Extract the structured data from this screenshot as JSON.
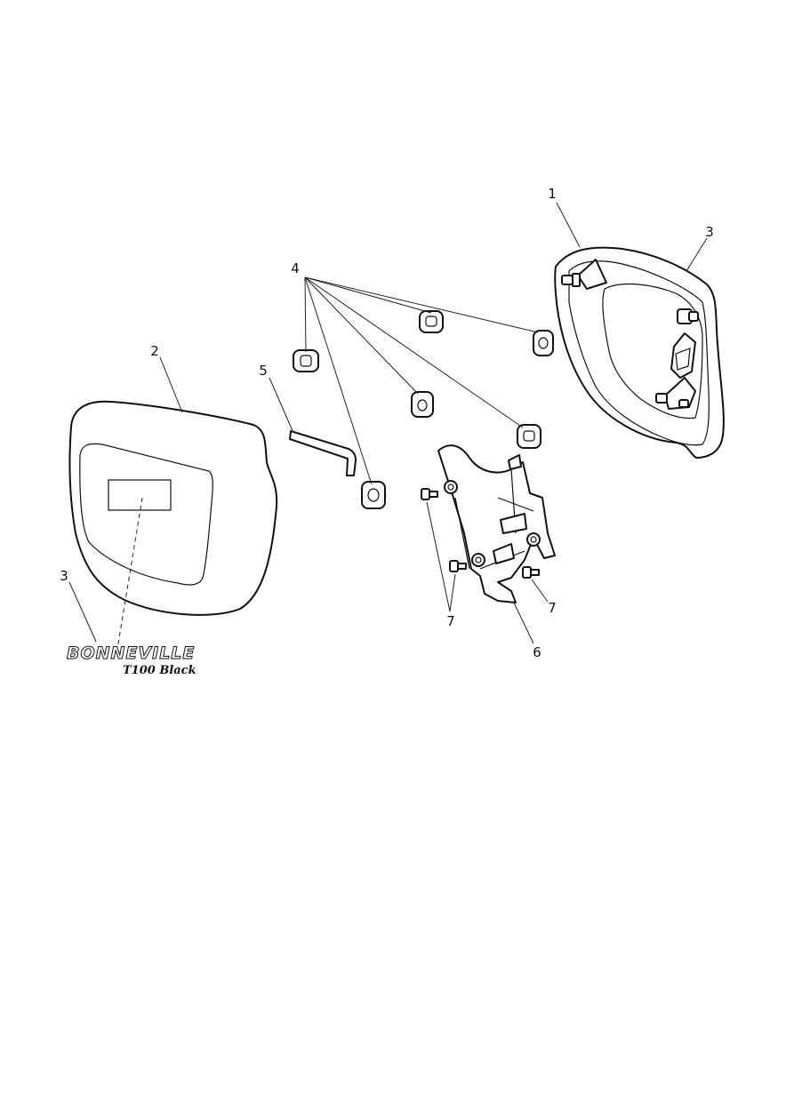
{
  "diagram": {
    "callouts": {
      "c1": "1",
      "c2": "2",
      "c3_left": "3",
      "c3_right": "3",
      "c4": "4",
      "c5": "5",
      "c6": "6",
      "c7_left": "7",
      "c7_right": "7"
    },
    "decal": {
      "brand": "BONNEVILLE",
      "model": "T100 Black"
    }
  }
}
